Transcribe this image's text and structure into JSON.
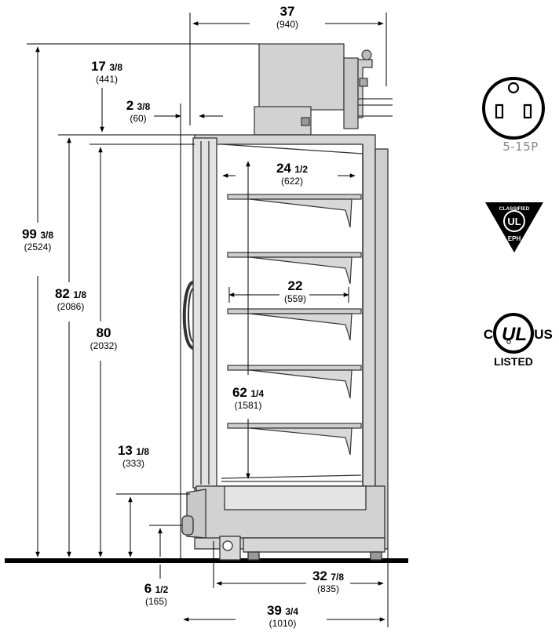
{
  "dimensions": [
    {
      "id": "top-width",
      "main": "37",
      "frac": "",
      "metric": "(940)"
    },
    {
      "id": "compressor-height",
      "main": "17",
      "frac": "3/8",
      "metric": "(441)"
    },
    {
      "id": "top-offset",
      "main": "2",
      "frac": "3/8",
      "metric": "(60)"
    },
    {
      "id": "overall-height",
      "main": "99",
      "frac": "3/8",
      "metric": "(2524)"
    },
    {
      "id": "cabinet-height",
      "main": "82",
      "frac": "1/8",
      "metric": "(2086)"
    },
    {
      "id": "door-height",
      "main": "80",
      "frac": "",
      "metric": "(2032)"
    },
    {
      "id": "interior-width",
      "main": "24",
      "frac": "1/2",
      "metric": "(622)"
    },
    {
      "id": "shelf-width",
      "main": "22",
      "frac": "",
      "metric": "(559)"
    },
    {
      "id": "interior-height",
      "main": "62",
      "frac": "1/4",
      "metric": "(1581)"
    },
    {
      "id": "bottom-height",
      "main": "13",
      "frac": "1/8",
      "metric": "(333)"
    },
    {
      "id": "kick-height",
      "main": "6",
      "frac": "1/2",
      "metric": "(165)"
    },
    {
      "id": "base-depth",
      "main": "32",
      "frac": "7/8",
      "metric": "(835)"
    },
    {
      "id": "overall-depth",
      "main": "39",
      "frac": "3/4",
      "metric": "(1010)"
    }
  ],
  "plug": {
    "label": "5-15P"
  },
  "certifications": {
    "eph": {
      "top": "CLASSIFIED",
      "center": "UL",
      "bottom": "EPH"
    },
    "listed": {
      "left": "C",
      "center": "UL",
      "right": "US",
      "bottom": "LISTED"
    }
  }
}
